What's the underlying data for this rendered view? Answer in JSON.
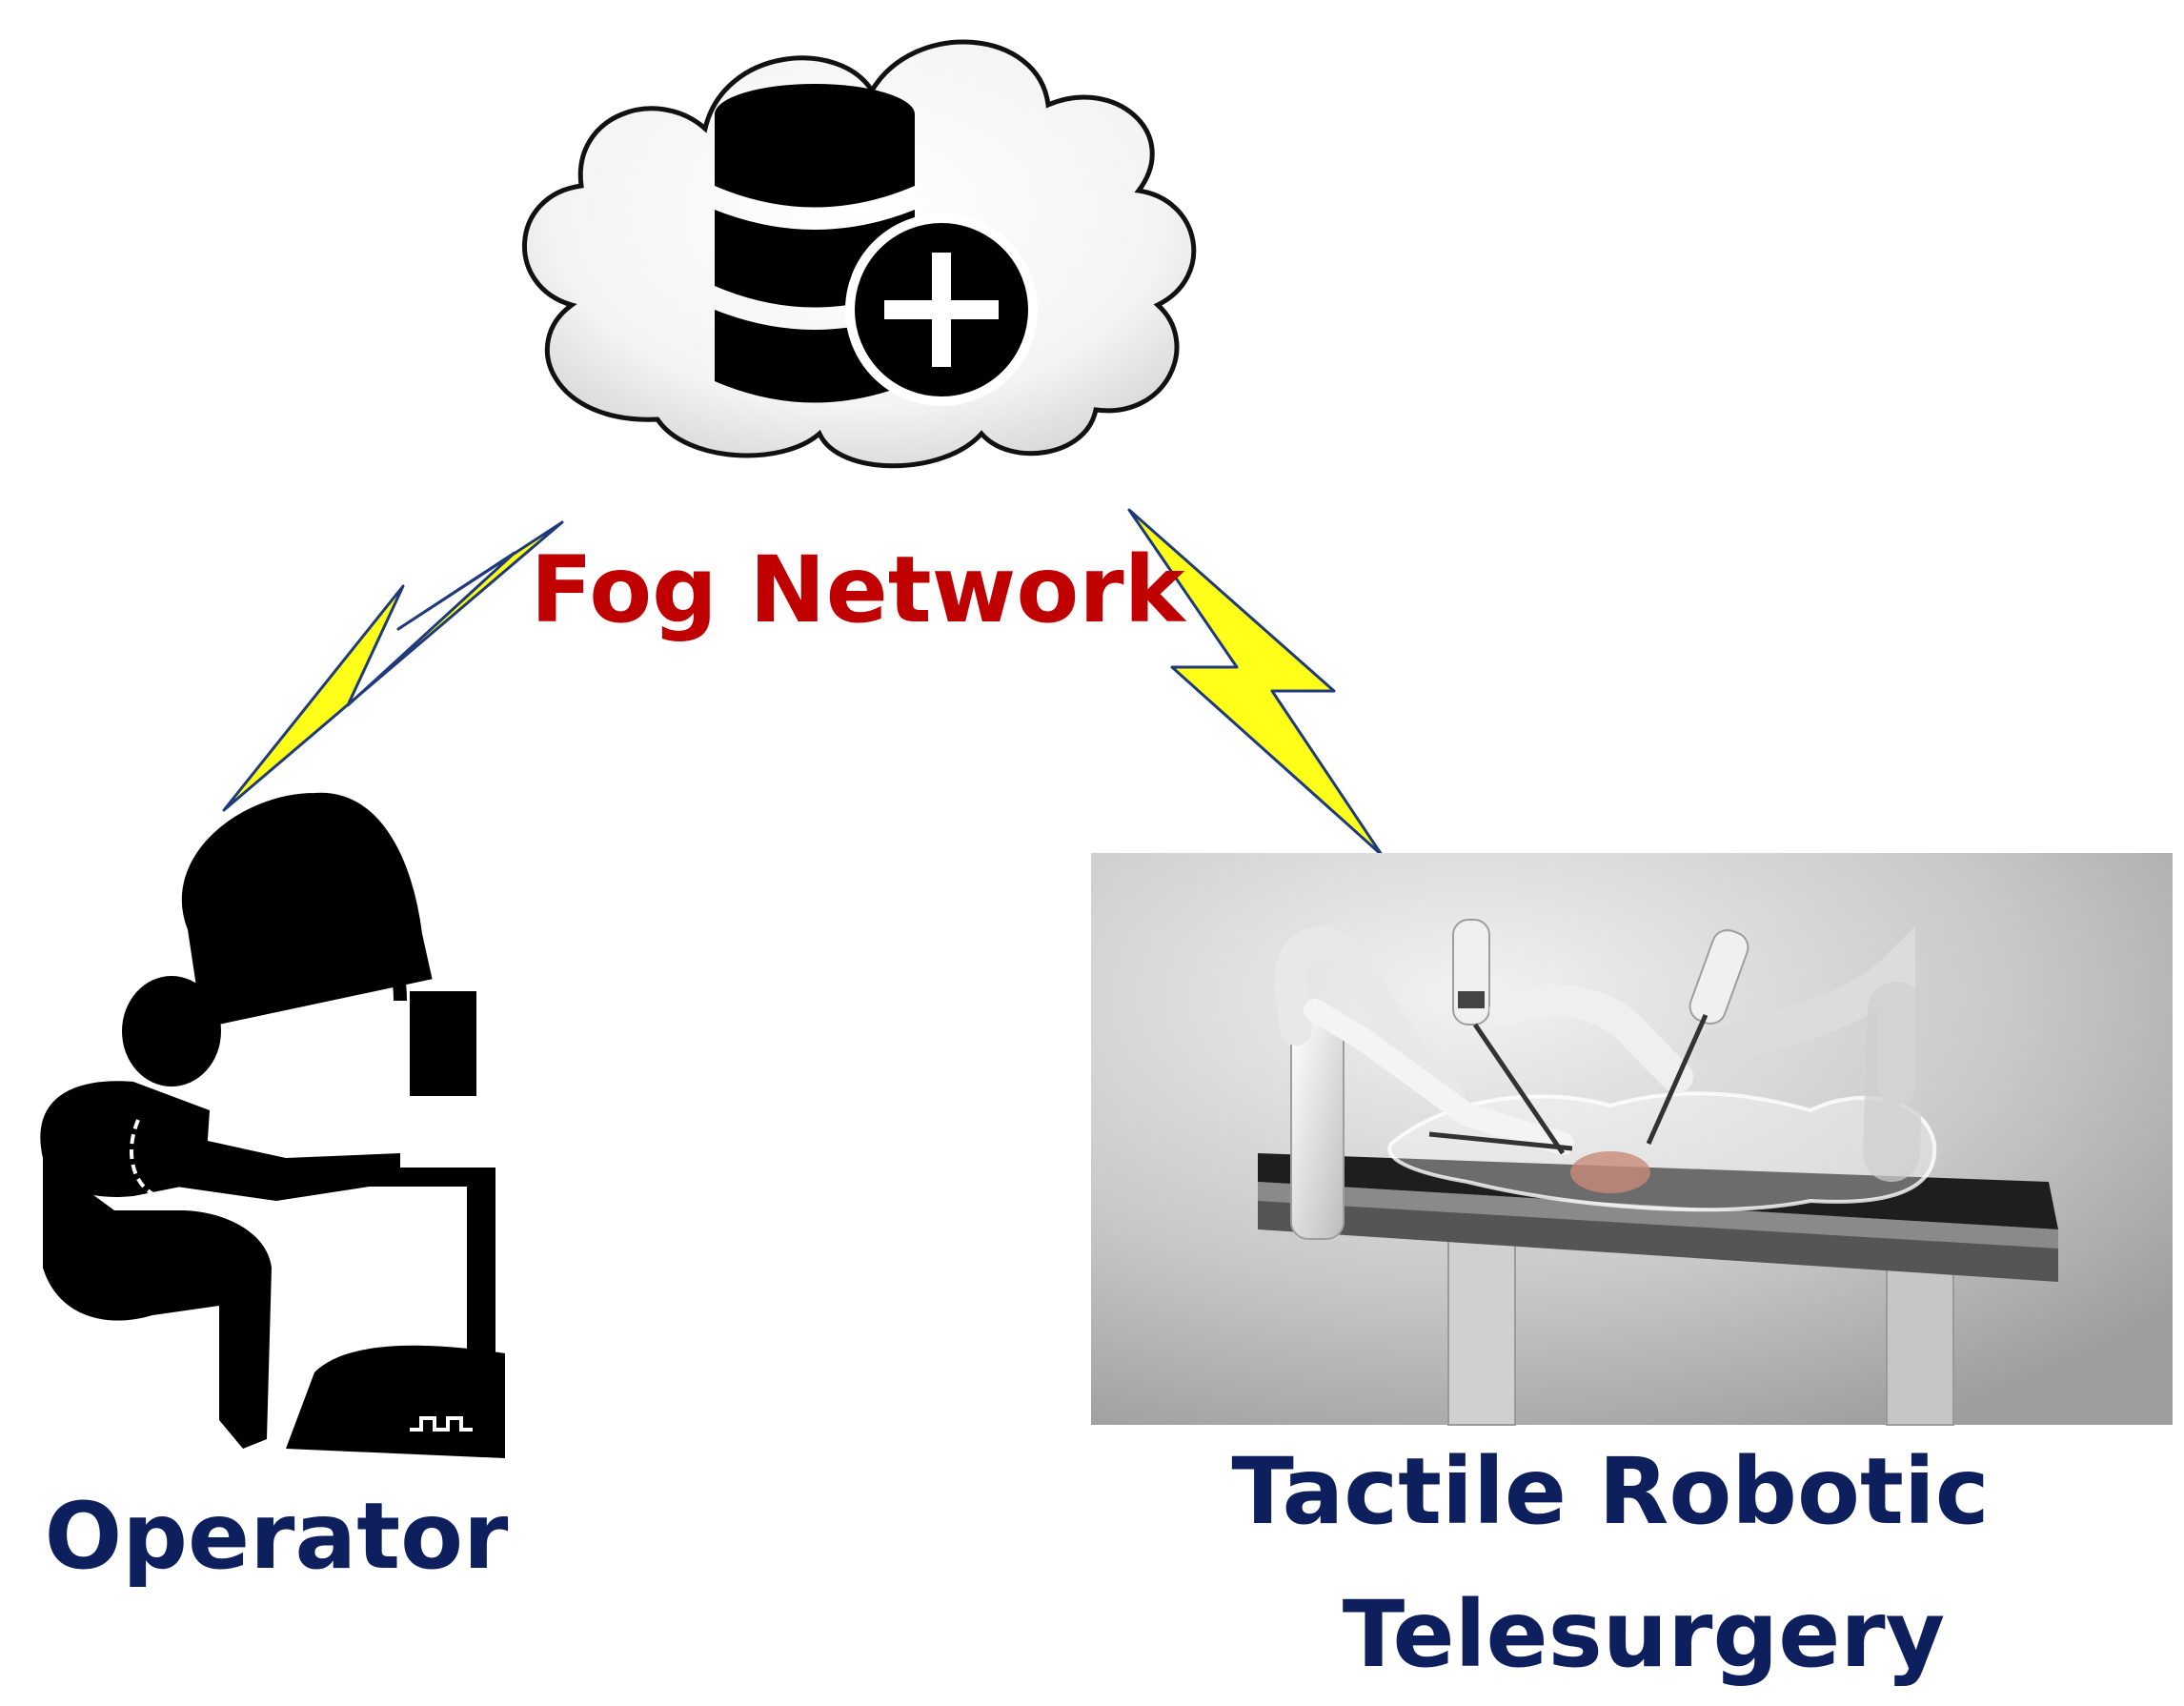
{
  "nodes": {
    "fog": {
      "label": "Fog Network"
    },
    "operator": {
      "label": "Operator"
    },
    "robot": {
      "label_line1": "Tactile Robotic",
      "label_line2": "Telesurgery"
    }
  },
  "icons": {
    "fog": "cloud-database-plus-icon",
    "operator": "seated-operator-console-icon",
    "robot": "robotic-surgery-system-icon",
    "links": "lightning-wireless-link-icon"
  },
  "colors": {
    "fog_label": "#c00000",
    "node_labels": "#0d1f5c",
    "lightning_fill": "#ffff1a",
    "lightning_stroke": "#1f3a7a",
    "icon_black": "#000000"
  }
}
